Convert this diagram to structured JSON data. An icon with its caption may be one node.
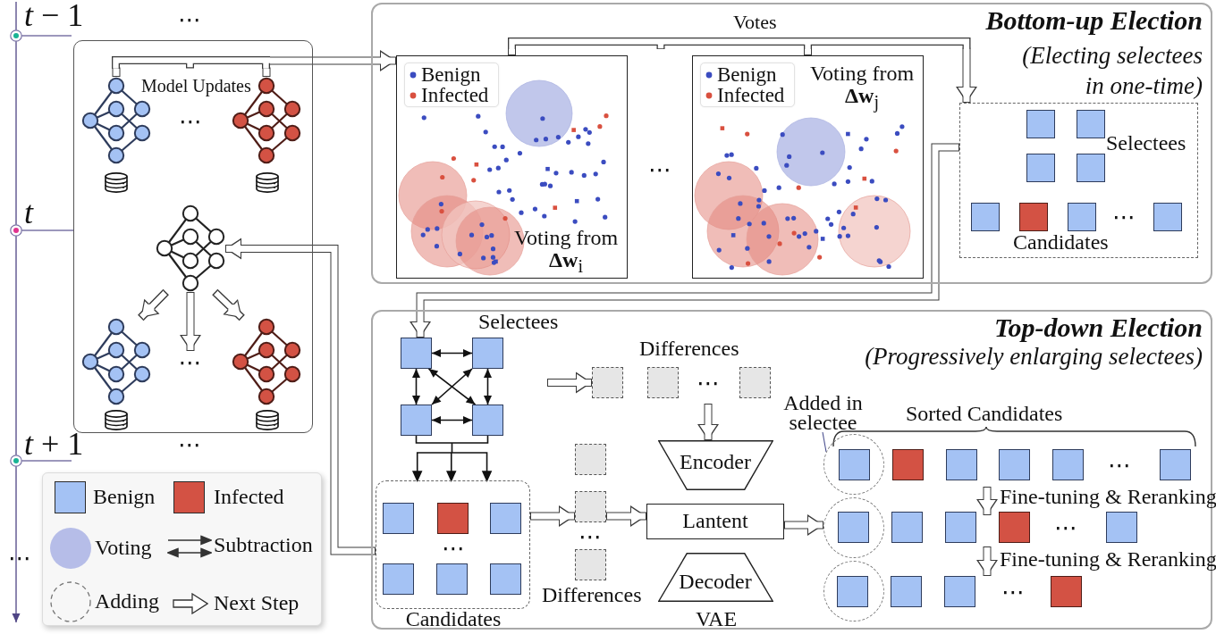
{
  "diagram": {
    "nodes": [
      {
        "text": [],
        "shape": "box"
      },
      {
        "text": [],
        "shape": "picture",
        "in": 0
      },
      {
        "text": [],
        "shape": "picture",
        "in": 0
      },
      {
        "text": [],
        "shape": "picture",
        "in": 0
      },
      {
        "text": [],
        "shape": "picture",
        "in": 0
      },
      {
        "text": [],
        "shape": "picture",
        "in": 0
      },
      {
        "text": [
          "Bottom-up Election",
          "(Electing selectees in one-time)"
        ]
      },
      {
        "text": [
          "Voting from **Δw**$_{i}$"
        ],
        "in": 6
      },
      {
        "text": [
          "Voting from **Δw**$_{j}$"
        ],
        "in": 6
      },
      {
        "text": [
          "Selectees",
          "Candidates"
        ],
        "in": 6
      },
      {
        "text": [
          "Top-down Election",
          "(Progressively enlarging selectees)"
        ]
      },
      {
        "text": [],
        "shape": "box",
        "in": 10
      },
      {
        "text": [],
        "shape": "box",
        "in": 10
      },
      {
        "text": [],
        "shape": "box",
        "in": 10
      },
      {
        "text": [],
        "shape": "box",
        "in": 10
      },
      {
        "text": [
          "Candidates"
        ],
        "in": 10
      },
      {
        "text": [],
        "shape": "box",
        "in": 10
      },
      {
        "text": [],
        "shape": "box",
        "in": 10
      },
      {
        "text": [],
        "shape": "box",
        "in": 10
      },
      {
        "text": [],
        "shape": "box",
        "in": 10
      },
      {
        "text": [],
        "shape": "box",
        "in": 10
      },
      {
        "text": [],
        "shape": "box",
        "in": 10
      },
      {
        "text": [
          "Encoder"
        ],
        "in": 10
      },
      {
        "text": [
          "Lantent"
        ],
        "in": 10
      },
      {
        "text": [
          "Decoder"
        ],
        "in": 10
      },
      {
        "text": [
          "Added in selectee"
        ],
        "in": 10
      },
      {
        "text": [],
        "shape": "circle",
        "in": 10
      },
      {
        "text": [],
        "shape": "circle",
        "in": 10
      },
      {
        "text": [],
        "shape": "circle",
        "in": 10
      },
      {
        "text": [
          "⋯"
        ],
        "in": 0
      },
      {
        "text": [],
        "shape": "bar",
        "in": 0
      },
      {
        "text": [
          "Votes"
        ],
        "in": 6
      }
    ],
    "edges": [
      {
        "from": 1,
        "to": 30,
        "arrow": "none"
      },
      {
        "from": 2,
        "to": 30,
        "arrow": "none"
      },
      {
        "from": 7,
        "to": 31,
        "arrow": "none"
      },
      {
        "from": 8,
        "to": 31,
        "arrow": "none"
      },
      {
        "from": 9,
        "to": 11,
        "arrow": "to"
      },
      {
        "from": 11,
        "to": 12,
        "arrow": "both"
      },
      {
        "from": 11,
        "to": 13,
        "arrow": "both"
      },
      {
        "from": 12,
        "to": 14,
        "arrow": "both"
      },
      {
        "from": 13,
        "to": 14,
        "arrow": "both"
      },
      {
        "from": 11,
        "to": 14,
        "arrow": "both"
      },
      {
        "from": 12,
        "to": 13,
        "arrow": "both"
      },
      {
        "from": 13,
        "to": 15,
        "arrow": "to"
      },
      {
        "from": 14,
        "to": 15,
        "arrow": "to"
      },
      {
        "from": 15,
        "to": 3,
        "arrow": "to"
      },
      {
        "from": 3,
        "to": 4,
        "arrow": "to"
      },
      {
        "from": 3,
        "to": 29,
        "arrow": "to"
      },
      {
        "from": 3,
        "to": 5,
        "arrow": "to"
      },
      {
        "from": null,
        "to": 16,
        "arrow": "to"
      },
      {
        "from": null,
        "to": 22,
        "arrow": "to"
      },
      {
        "from": 15,
        "to": 20,
        "arrow": "to"
      },
      {
        "from": 20,
        "to": 23,
        "arrow": "to"
      },
      {
        "from": 23,
        "to": 27,
        "arrow": "to"
      },
      {
        "from": 25,
        "to": 26,
        "arrow": "none",
        "color": "#4a4f8f"
      },
      {
        "from": 30,
        "to": 7,
        "arrow": "to",
        "label": "Model Updates"
      },
      {
        "from": 31,
        "to": 9,
        "arrow": "to"
      }
    ],
    "labels": [
      "*t* − 1",
      "⋯",
      "⋯",
      "t",
      "*t* + 1",
      "⋯",
      "⋯",
      "⋯",
      "⋯",
      "Selectees",
      "Differences",
      "⋯",
      "Sorted Candidates",
      "⋯",
      "Fine-tuning & Reranking",
      "⋯",
      "⋯",
      "⋯",
      "Fine-tuning & Reranking",
      "Differences",
      "⋯",
      "VAE"
    ],
    "legend": [
      {
        "text": "Benign",
        "color": "#3b4cc0"
      },
      {
        "text": "Infected",
        "color": "#d9503f"
      },
      {
        "text": "Benign",
        "color": "#3b4cc0"
      },
      {
        "text": "Infected",
        "color": "#d9503f"
      },
      {
        "text": "Benign",
        "color": "#a4c2f4"
      },
      {
        "text": "Infected",
        "color": "#d35244"
      },
      {
        "text": "Voting",
        "color": "#b6bde8"
      },
      {
        "text": "Subtraction"
      },
      {
        "text": "Adding"
      },
      {
        "text": "Next Step"
      }
    ]
  }
}
